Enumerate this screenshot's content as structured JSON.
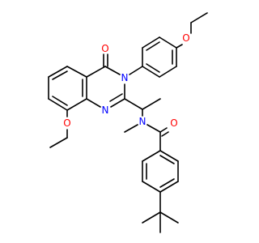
{
  "molecule": {
    "colors": {
      "bond": "#000000",
      "O": "#ff0000",
      "N": "#0000ff",
      "background": "#ffffff"
    },
    "atoms": {
      "o_carbonyl_ring": "O",
      "n3": "N",
      "n1": "N",
      "o_methoxy_aryl": "O",
      "o_methoxy_8": "O",
      "n_amide": "N",
      "o_amide": "O"
    }
  }
}
